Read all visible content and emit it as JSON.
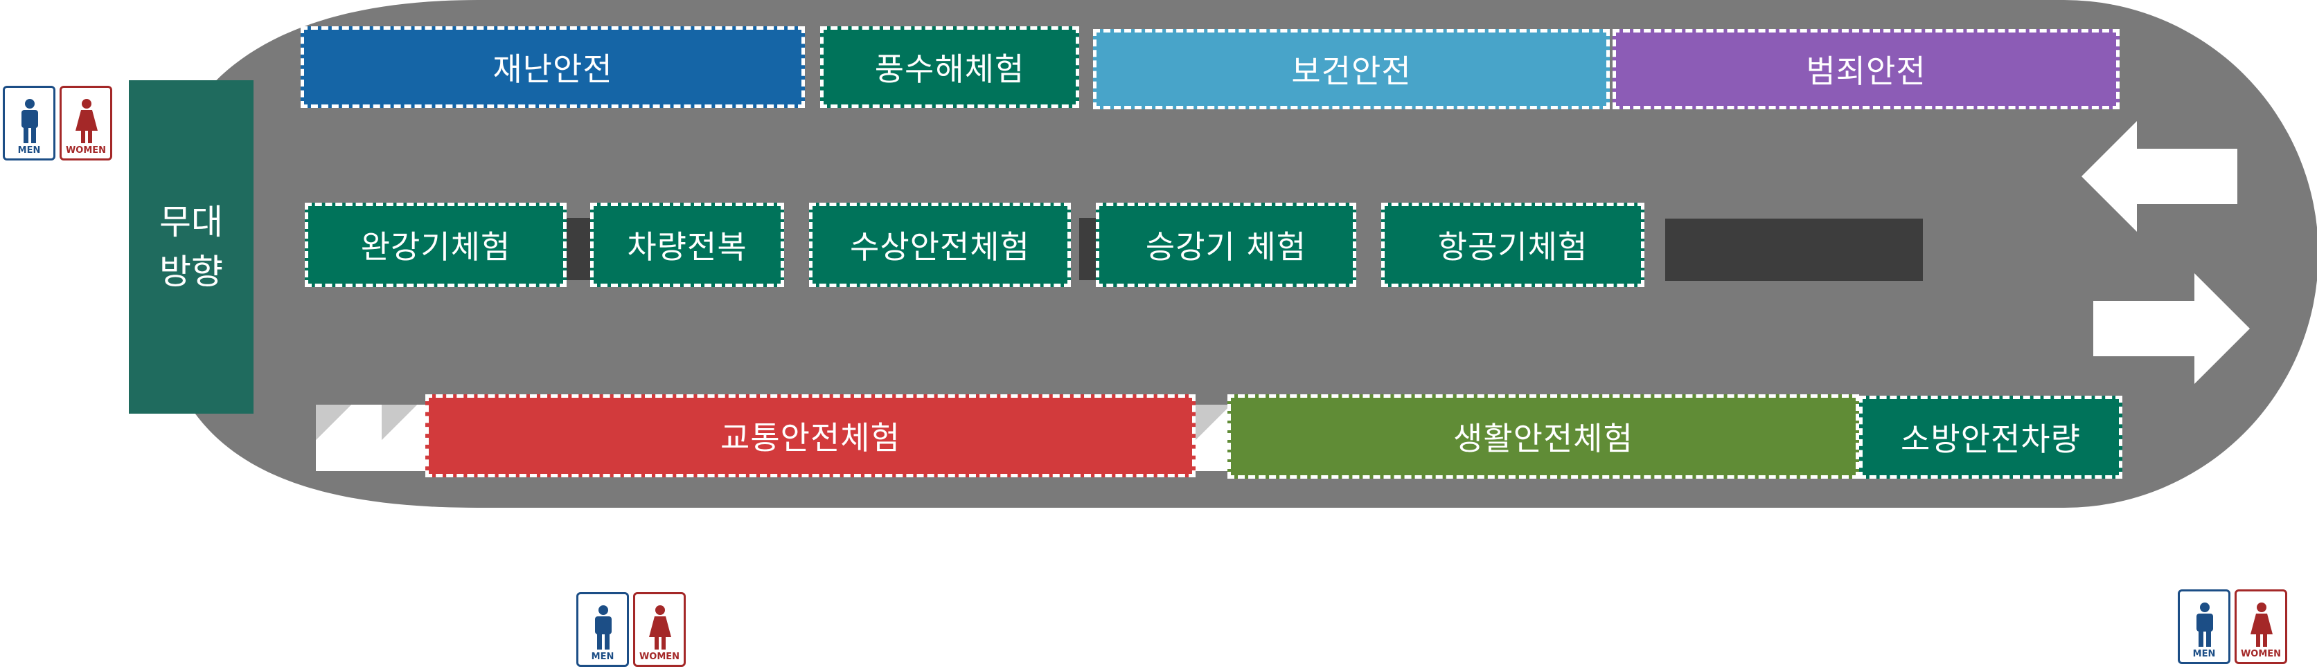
{
  "stage": {
    "label_line1": "무대",
    "label_line2": "방향"
  },
  "zones": {
    "disaster_safety": "재난안전",
    "flood_experience": "풍수해체험",
    "health_safety": "보건안전",
    "crime_safety": "범죄안전",
    "descending_device": "완강기체험",
    "vehicle_rollover": "차량전복",
    "water_safety": "수상안전체험",
    "evacuation_ladder": "승강기 체험",
    "aviation_experience": "항공기체험",
    "traffic_safety": "교통안전체험",
    "daily_life_safety": "생활안전체험",
    "fire_vehicle": "소방안전차량"
  },
  "restrooms": {
    "men": "MEN",
    "women": "WOMEN"
  },
  "arrows": {
    "top": "left-arrow-icon",
    "bottom": "right-arrow-icon"
  },
  "colors": {
    "track": "#7a7a7a",
    "stage": "#1f6b5e",
    "blue": "#1565a6",
    "green": "#00735a",
    "light_blue": "#48a4c9",
    "purple": "#8c5cb6",
    "red": "#d23a3c",
    "olive": "#608c36"
  }
}
